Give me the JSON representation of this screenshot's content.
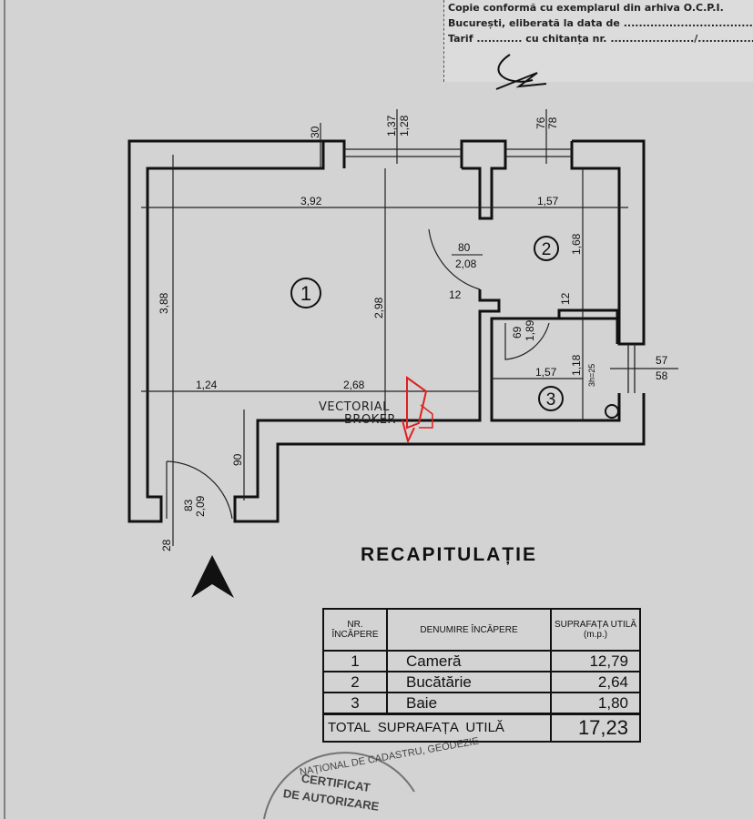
{
  "header_note": {
    "line1": "Copie conformă cu exemplarul din arhiva O.C.P.I.",
    "line2": "București, eliberată la data de .......................................",
    "line3": "Tarif ............ cu chitanța nr. ....................../......................"
  },
  "rooms": [
    {
      "number": "1"
    },
    {
      "number": "2"
    },
    {
      "number": "3"
    }
  ],
  "dimensions": {
    "top_wall": "30",
    "window1_a": "1,37",
    "window1_b": "1,28",
    "window2_a": "76",
    "window2_b": "78",
    "room1_width": "3,92",
    "room2_width": "1,57",
    "room2_depth": "1,68",
    "door_kitchen_a": "80",
    "door_kitchen_b": "2,08",
    "room1_height": "2,98",
    "room1_depth": "3,88",
    "wall_12_left": "12",
    "wall_12_right": "12",
    "door_bath_a": "69",
    "door_bath_b": "1,89",
    "room3_depth": "1,18",
    "room3_width": "1,57",
    "window3_a": "57",
    "window3_b": "58",
    "vent": "3h=25",
    "seg_left": "1,24",
    "seg_right": "2,68",
    "hall_90": "90",
    "door_entry_a": "83",
    "door_entry_b": "2,09",
    "bottom_28": "28"
  },
  "watermark": {
    "line1": "VECTORIAL",
    "line2": "BROKER"
  },
  "summary": {
    "title": "RECAPITULAȚIE",
    "headers": [
      "NR. ÎNCĂPERE",
      "DENUMIRE ÎNCĂPERE",
      "SUPRAFAȚA UTILĂ (m.p.)"
    ],
    "rows": [
      {
        "nr": "1",
        "name": "Cameră",
        "area": "12,79"
      },
      {
        "nr": "2",
        "name": "Bucătărie",
        "area": "2,64"
      },
      {
        "nr": "3",
        "name": "Baie",
        "area": "1,80"
      }
    ],
    "total_label": "TOTAL  SUPRAFAȚA  UTILĂ",
    "total_value": "17,23"
  },
  "stamp": {
    "ring": "NAȚIONAL DE CADASTRU, GEODEZIE",
    "line1": "CERTIFICAT",
    "line2": "DE AUTORIZARE"
  },
  "colors": {
    "background": "#d3d3d3",
    "ink": "#111111",
    "watermark_red": "#e02020"
  }
}
